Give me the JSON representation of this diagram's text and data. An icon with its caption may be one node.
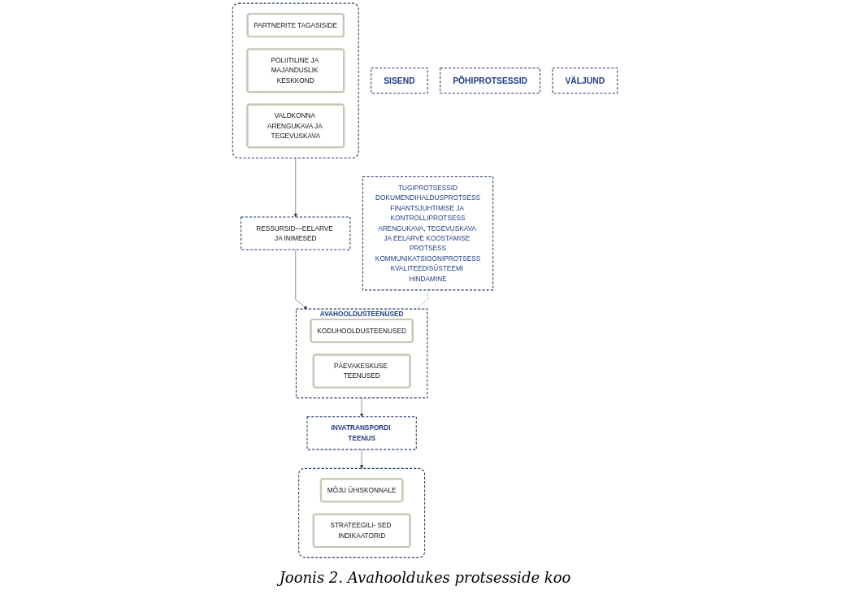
{
  "diagram": {
    "caption": "Joonis 2. Avahooldukes protsesside koo",
    "nodes": [
      {
        "text": [
          "SISEND"
        ]
      },
      {
        "text": [
          "PÕHIPROTSESSID"
        ]
      },
      {
        "text": [
          "VÄLJUND"
        ]
      },
      {
        "text": [],
        "shape": "box"
      },
      {
        "text": [
          "PARTNERITE TAGASISIDE"
        ],
        "in": 3
      },
      {
        "text": [
          "POLIITILINE JA MAJANDUSLIK KESKKOND"
        ],
        "in": 3
      },
      {
        "text": [
          "VALDKONNA ARENGUKAVA JA TEGEVUSKAVA"
        ],
        "in": 3
      },
      {
        "text": [
          "RESSURSID—EELARVE JA INIMESED"
        ]
      },
      {
        "text": [
          "AVAHOOLDUSTEENUSED"
        ]
      },
      {
        "text": [
          "KODUHOOLDUSTEENUSED"
        ],
        "in": 8
      },
      {
        "text": [
          "PÄEVAKESKUSE TEENUSED"
        ],
        "in": 8
      },
      {
        "text": [
          "INVATRANSPORDI TEENUS"
        ]
      },
      {
        "text": [],
        "shape": "box"
      },
      {
        "text": [
          "MÕJU ÜHISKONNALE"
        ],
        "in": 12
      },
      {
        "text": [
          "STRATEEGILI- SED INDIKAATORID"
        ],
        "in": 12
      },
      {
        "text": [
          "TUGIPROTSESSID",
          "DOKUMENDIHALDUSPROTSESS",
          "FINANTSJUHTIMISE JA KONTROLLIPROTSESS",
          "ARENGUKAVA, TEGEVUSKAVA JA EELARVE KOOSTAMISE PROTSESS",
          "KOMMUNIKATSIOONIPROTSESS",
          "KVALITEEDISÜSTEEMI HINDAMINE"
        ]
      }
    ],
    "edges": [
      {
        "from": 3,
        "to": 7,
        "arrow": "to"
      },
      {
        "from": 7,
        "to": 8,
        "arrow": "to"
      },
      {
        "from": 8,
        "to": 11,
        "arrow": "to"
      },
      {
        "from": 11,
        "to": 12,
        "arrow": "to"
      },
      {
        "from": 15,
        "to": 8,
        "arrow": "none",
        "style": "dashed",
        "color": "#1f3864"
      }
    ]
  }
}
